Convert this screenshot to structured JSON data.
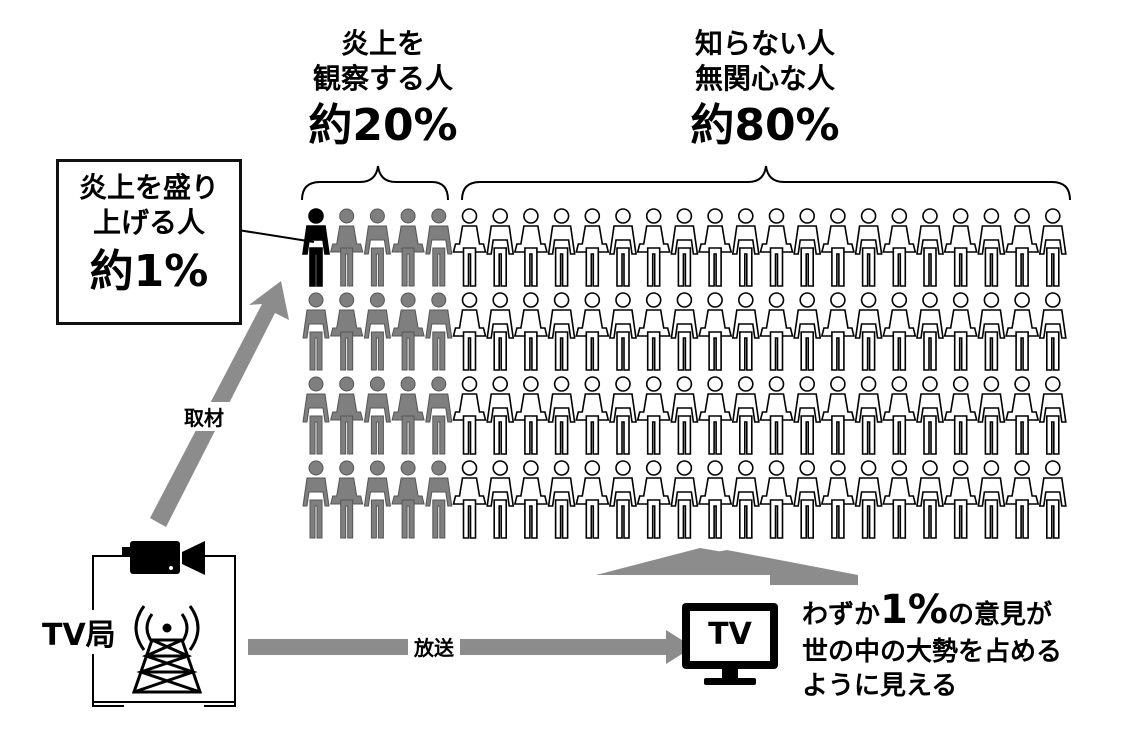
{
  "labels": {
    "observers_line1": "炎上を",
    "observers_line2": "観察する人",
    "observers_pct": "約20%",
    "unaware_line1": "知らない人",
    "unaware_line2": "無関心な人",
    "unaware_pct": "約80%",
    "amplifiers_line1": "炎上を盛り",
    "amplifiers_line2": "上げる人",
    "amplifiers_pct": "約1%",
    "interview": "取材",
    "broadcast": "放送",
    "station": "TV局",
    "tv": "TV",
    "caption_prefix": "わずか",
    "caption_big": "1%",
    "caption_rest": "の意見が",
    "caption_line2": "世の中の大勢を占める",
    "caption_line3": "ように見える"
  },
  "grid": {
    "rows": 4,
    "cols": 25,
    "black_count": 1,
    "gray_cols": 5
  },
  "colors": {
    "black": "#000000",
    "gray": "#7f7f7f",
    "arrow": "#8c8c8c",
    "outline": "#000000"
  },
  "icons": [
    "video-camera-icon",
    "broadcast-tower-icon",
    "tv-icon"
  ]
}
